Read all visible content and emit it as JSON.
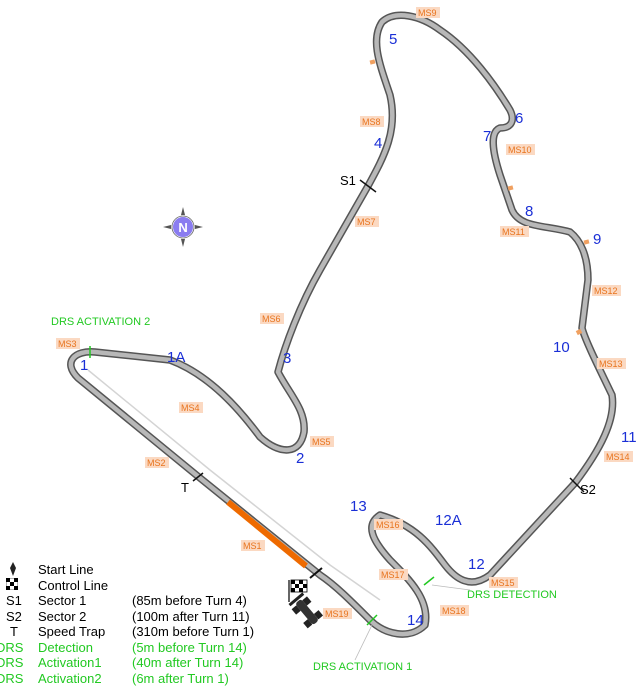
{
  "turns": {
    "t1": "1",
    "t1a": "1A",
    "t2": "2",
    "t3": "3",
    "t4": "4",
    "t5": "5",
    "t6": "6",
    "t7": "7",
    "t8": "8",
    "t9": "9",
    "t10": "10",
    "t11": "11",
    "t12": "12",
    "t12a": "12A",
    "t13": "13",
    "t14": "14"
  },
  "mini_sectors": {
    "ms1": "MS1",
    "ms2": "MS2",
    "ms3": "MS3",
    "ms4": "MS4",
    "ms5": "MS5",
    "ms6": "MS6",
    "ms7": "MS7",
    "ms8": "MS8",
    "ms9": "MS9",
    "ms10": "MS10",
    "ms11": "MS11",
    "ms12": "MS12",
    "ms13": "MS13",
    "ms14": "MS14",
    "ms15": "MS15",
    "ms16": "MS16",
    "ms17": "MS17",
    "ms18": "MS18",
    "ms19": "MS19"
  },
  "markers": {
    "s1": "S1",
    "s2": "S2",
    "t": "T",
    "drs_activation_2": "DRS ACTIVATION 2",
    "drs_detection": "DRS DETECTION",
    "drs_activation_1": "DRS ACTIVATION 1"
  },
  "compass": "N",
  "legend": [
    {
      "symbol": "",
      "text": "Start Line",
      "note": ""
    },
    {
      "symbol": "",
      "text": "Control Line",
      "note": ""
    },
    {
      "symbol": "S1",
      "text": "Sector 1",
      "note": "(85m before Turn 4)"
    },
    {
      "symbol": "S2",
      "text": "Sector 2",
      "note": "(100m after Turn 11)"
    },
    {
      "symbol": "T",
      "text": "Speed Trap",
      "note": "(310m before Turn 1)"
    },
    {
      "symbol": "DRS",
      "text": "Detection",
      "note": "(5m before Turn 14)"
    },
    {
      "symbol": "DRS",
      "text": "Activation1",
      "note": "(40m after Turn 14)"
    },
    {
      "symbol": "DRS",
      "text": "Activation2",
      "note": "(6m after Turn 1)"
    }
  ],
  "colors": {
    "track": "#8d8d8d",
    "track_edge": "#555555",
    "highlight": "#ee6a00",
    "turn_label": "#1a2fd6",
    "ms_label": "#e8741e",
    "drs": "#22c922",
    "compass": "#8a7cf0"
  }
}
